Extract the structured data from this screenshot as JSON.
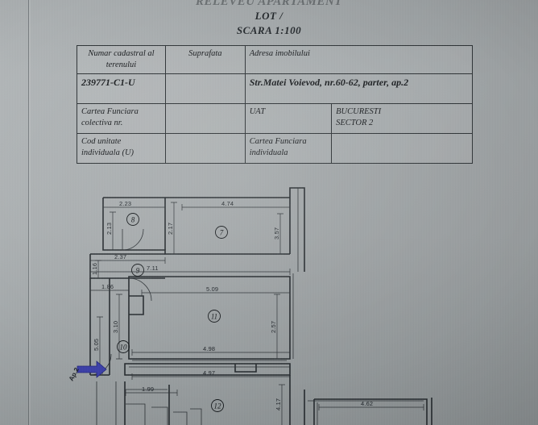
{
  "document": {
    "title_main": "RELEVEU APARTAMENT",
    "title_lot": "LOT /",
    "title_scale": "SCARA 1:100"
  },
  "info_table": {
    "headers": {
      "cadastral": "Numar cadastral al terenului",
      "suprafata": "Suprafata",
      "adresa": "Adresa imobilului"
    },
    "rows": {
      "cadastral_value": "239771-C1-U",
      "suprafata_value": "",
      "adresa_value": "Str.Matei Voievod, nr.60-62, parter, ap.2",
      "cf_colectiva_label": "Cartea Funciara colectiva nr.",
      "cf_colectiva_value": "",
      "uat_label": "UAT",
      "uat_value_line1": "BUCURESTI",
      "uat_value_line2": "SECTOR 2",
      "cod_unitate_label": "Cod unitate individuala (U)",
      "cod_unitate_value": "",
      "cf_individuala_label": "Cartea Funciara individuala",
      "cf_individuala_value": ""
    }
  },
  "floor_plan": {
    "entrance_label": "Ap.2",
    "rooms": [
      {
        "number": "8",
        "width": "2.23",
        "height": "2.13"
      },
      {
        "number": "7",
        "width": "4.74",
        "height": "3.57"
      },
      {
        "number": "9",
        "width": "2.37",
        "height": "1.16"
      },
      {
        "number": "10",
        "width": "1.86",
        "height": "5.05"
      },
      {
        "number": "11",
        "width": "5.09",
        "height": "2.57"
      },
      {
        "number": "12",
        "width": "1.99",
        "height": "4.17"
      }
    ],
    "dimensions": {
      "d_2_23": "2.23",
      "d_2_13": "2.13",
      "d_2_17": "2.17",
      "d_4_74": "4.74",
      "d_3_57": "3.57",
      "d_2_37": "2.37",
      "d_1_16": "1.16",
      "d_7_11": "7.11",
      "d_1_86": "1.86",
      "d_3_10": "3.10",
      "d_5_09": "5.09",
      "d_2_57": "2.57",
      "d_5_05": "5.05",
      "d_4_98": "4.98",
      "d_4_97": "4.97",
      "d_1_99": "1.99",
      "d_4_17": "4.17",
      "d_4_62": "4.62"
    }
  },
  "colors": {
    "paper": "#a6abad",
    "ink": "#23282c",
    "entrance_arrow": "#3b3fa8"
  }
}
